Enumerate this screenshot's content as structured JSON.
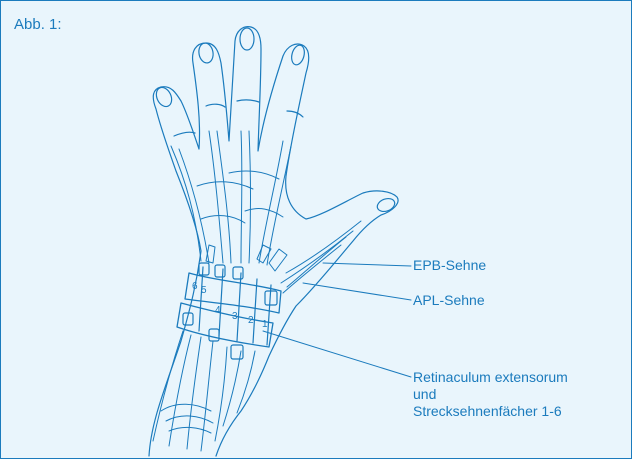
{
  "figure": {
    "label": "Abb. 1:",
    "colors": {
      "ink": "#1b7bbd",
      "background": "#e9f5fc",
      "border": "#1b7bbd"
    },
    "compartment_numbers": [
      "1",
      "2",
      "3",
      "4",
      "5",
      "6"
    ],
    "annotations": {
      "epb": "EPB-Sehne",
      "apl": "APL-Sehne",
      "retinaculum": {
        "line1": "Retinaculum extensorum",
        "line2": "und",
        "line3": "Strecksehnenfächer 1-6"
      }
    }
  }
}
